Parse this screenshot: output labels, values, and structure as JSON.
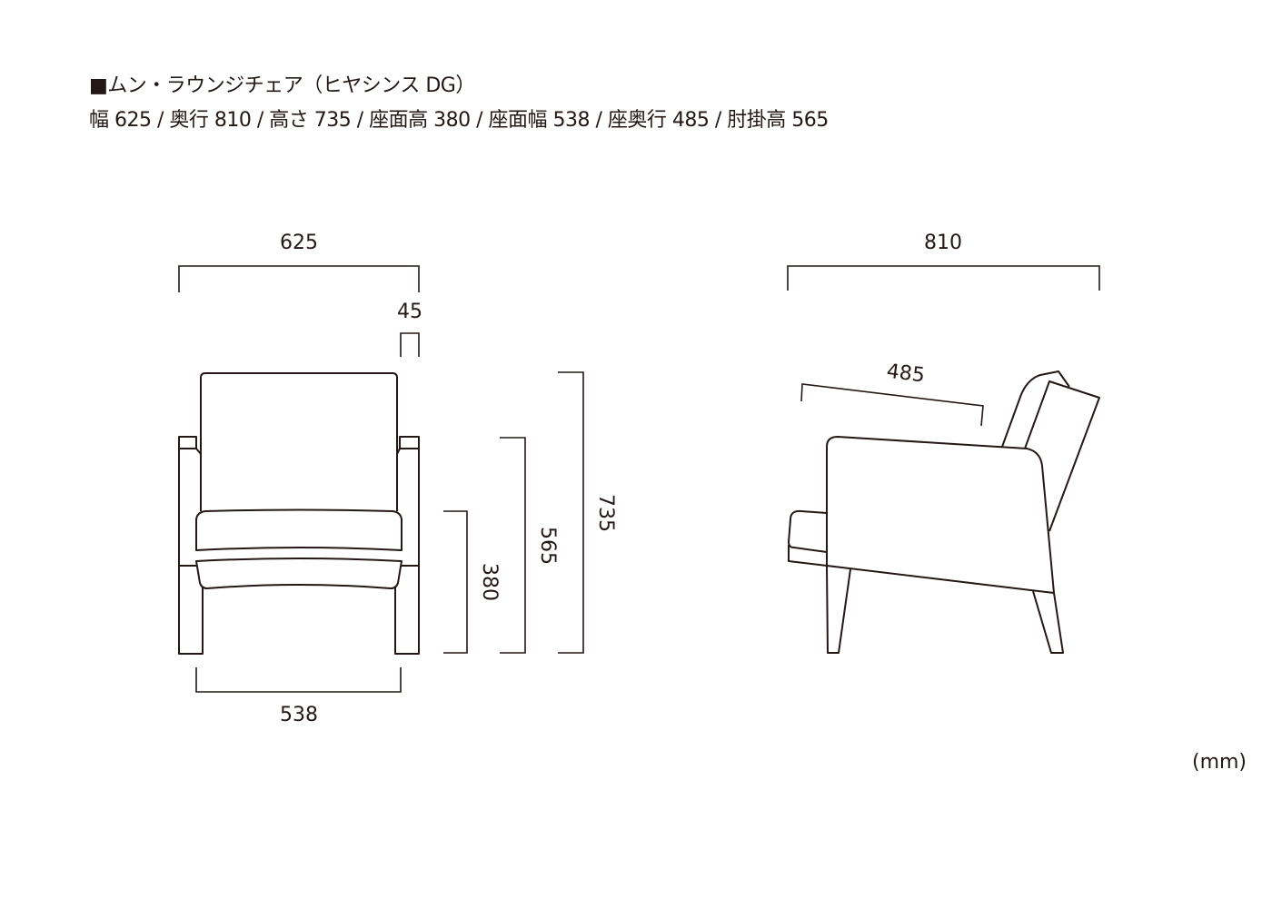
{
  "header": {
    "title": "■ムン・ラウンジチェア（ヒヤシンス DG）",
    "specs": "幅 625 / 奥行 810 / 高さ 735 / 座面高 380 / 座面幅 538 / 座奥行 485 / 肘掛高 565"
  },
  "front_view": {
    "width": "625",
    "arm_width": "45",
    "seat_width": "538",
    "seat_height": "380",
    "arm_height": "565",
    "total_height": "735"
  },
  "side_view": {
    "depth": "810",
    "seat_depth": "485"
  },
  "unit": "(mm)"
}
